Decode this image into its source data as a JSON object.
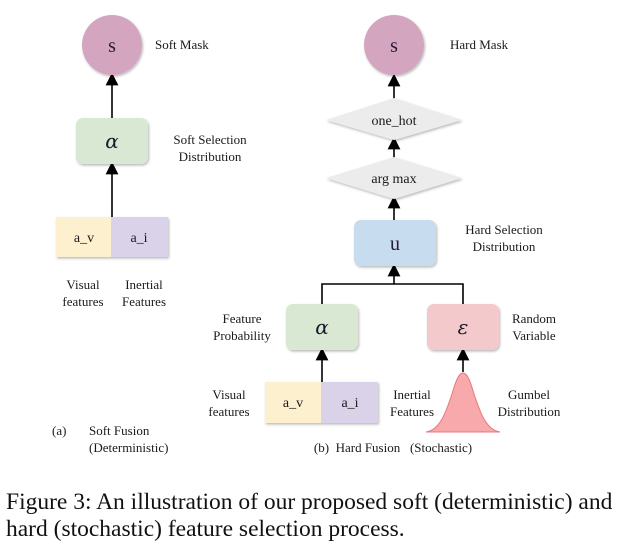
{
  "colors": {
    "mask": "#d4a5bf",
    "alpha": "#d8e8d3",
    "u": "#c8dcef",
    "epsilon": "#f4c9cb",
    "visual": "#fdf0cf",
    "inertial": "#d9d2e8",
    "diamond": "#ececec",
    "gumbel": "#f7a9ab",
    "gumbel_stroke": "#e8787c"
  },
  "soft": {
    "mask_symbol": "s",
    "mask_label": "Soft Mask",
    "alpha_symbol": "α",
    "selection_label_line1": "Soft Selection",
    "selection_label_line2": "Distribution",
    "visual_box": "a_v",
    "inertial_box": "a_i",
    "visual_label_line1": "Visual",
    "visual_label_line2": "features",
    "inertial_label_line1": "Inertial",
    "inertial_label_line2": "Features",
    "subcaption_tag": "(a)",
    "subcaption_line1": "Soft Fusion",
    "subcaption_line2": "(Deterministic)"
  },
  "hard": {
    "mask_symbol": "s",
    "mask_label": "Hard Mask",
    "one_hot": "one_hot",
    "arg_max": "arg max",
    "u_symbol": "u",
    "selection_label_line1": "Hard Selection",
    "selection_label_line2": "Distribution",
    "alpha_symbol": "α",
    "alpha_label_line1": "Feature",
    "alpha_label_line2": "Probability",
    "epsilon_symbol": "ε",
    "epsilon_label_line1": "Random",
    "epsilon_label_line2": "Variable",
    "visual_box": "a_v",
    "inertial_box": "a_i",
    "visual_label_line1": "Visual",
    "visual_label_line2": "features",
    "inertial_label_line1": "Inertial",
    "inertial_label_line2": "Features",
    "gumbel_label_line1": "Gumbel",
    "gumbel_label_line2": "Distribution",
    "subcaption": "(b)  Hard Fusion   (Stochastic)"
  },
  "caption": "Figure 3: An illustration of our proposed soft (deterministic) and hard (stochastic) feature selection process."
}
